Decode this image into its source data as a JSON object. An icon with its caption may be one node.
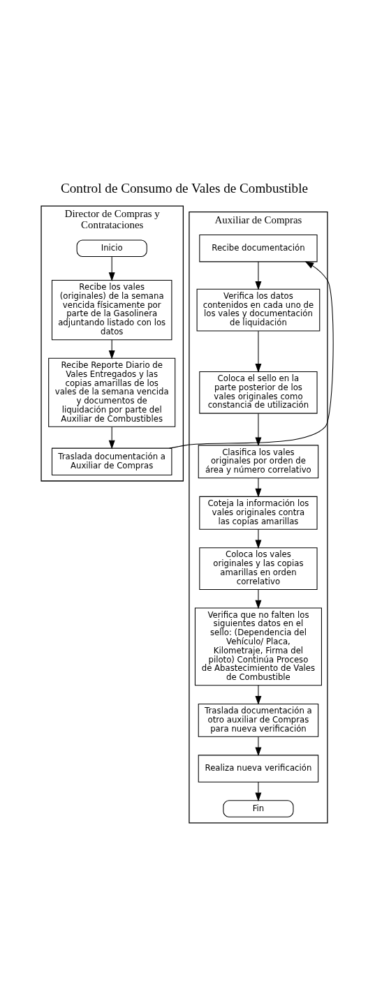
{
  "diagram": {
    "title": "Control de Consumo de Vales de Combustible",
    "nodes": [
      {
        "text": [
          "Director de Compras y Contrataciones"
        ]
      },
      {
        "text": [
          "Auxiliar de Compras"
        ]
      },
      {
        "text": [
          "Inicio"
        ],
        "in": 0
      },
      {
        "text": [
          "Recibe los vales (originales) de la semana vencida físicamente por parte de la Gasolinera adjuntando listado con los datos"
        ],
        "in": 0
      },
      {
        "text": [
          "Recibe Reporte Diario de Vales Entregados y las copias amarillas de los vales de la semana vencida y documentos de liquidación por parte del Auxiliar de Combustibles"
        ],
        "in": 0
      },
      {
        "text": [
          "Traslada documentación a Auxiliar de Compras"
        ],
        "in": 0
      },
      {
        "text": [
          "Recibe documentación"
        ],
        "in": 1
      },
      {
        "text": [
          "Verifica los datos contenidos en cada uno de los vales y documentación de liquidación"
        ],
        "in": 1
      },
      {
        "text": [
          "Coloca el sello en la parte posterior de los vales originales como constancia de utilización"
        ],
        "in": 1
      },
      {
        "text": [
          "Clasifica los vales originales por orden de área y número correlativo"
        ],
        "in": 1
      },
      {
        "text": [
          "Coteja la información los vales originales contra las copias amarillas"
        ],
        "in": 1
      },
      {
        "text": [
          "Coloca los vales originales y las copias amarillas en orden correlativo"
        ],
        "in": 1
      },
      {
        "text": [
          "Verifica que no falten los siguientes datos en el sello: (Dependencia del Vehículo/ Placa, Kilometraje, Firma del piloto) Continúa Proceso de Abastecimiento de Vales de Combustible"
        ],
        "in": 1
      },
      {
        "text": [
          "Traslada documentación a otro auxiliar de Compras para nueva verificación"
        ],
        "in": 1
      },
      {
        "text": [
          "Realiza nueva verificación"
        ],
        "in": 1
      },
      {
        "text": [
          "Fin"
        ],
        "in": 1
      }
    ],
    "edges": [
      {
        "from": 2,
        "to": 3,
        "arrow": "to"
      },
      {
        "from": 3,
        "to": 4,
        "arrow": "to"
      },
      {
        "from": 4,
        "to": 5,
        "arrow": "to"
      },
      {
        "from": 5,
        "to": 6,
        "arrow": "to"
      },
      {
        "from": 6,
        "to": 7,
        "arrow": "to"
      },
      {
        "from": 7,
        "to": 8,
        "arrow": "to"
      },
      {
        "from": 8,
        "to": 9,
        "arrow": "to"
      },
      {
        "from": 9,
        "to": 10,
        "arrow": "to"
      },
      {
        "from": 10,
        "to": 11,
        "arrow": "to"
      },
      {
        "from": 11,
        "to": 12,
        "arrow": "to"
      },
      {
        "from": 12,
        "to": 13,
        "arrow": "to"
      },
      {
        "from": 13,
        "to": 14,
        "arrow": "to"
      },
      {
        "from": 14,
        "to": 15,
        "arrow": "to"
      }
    ]
  }
}
